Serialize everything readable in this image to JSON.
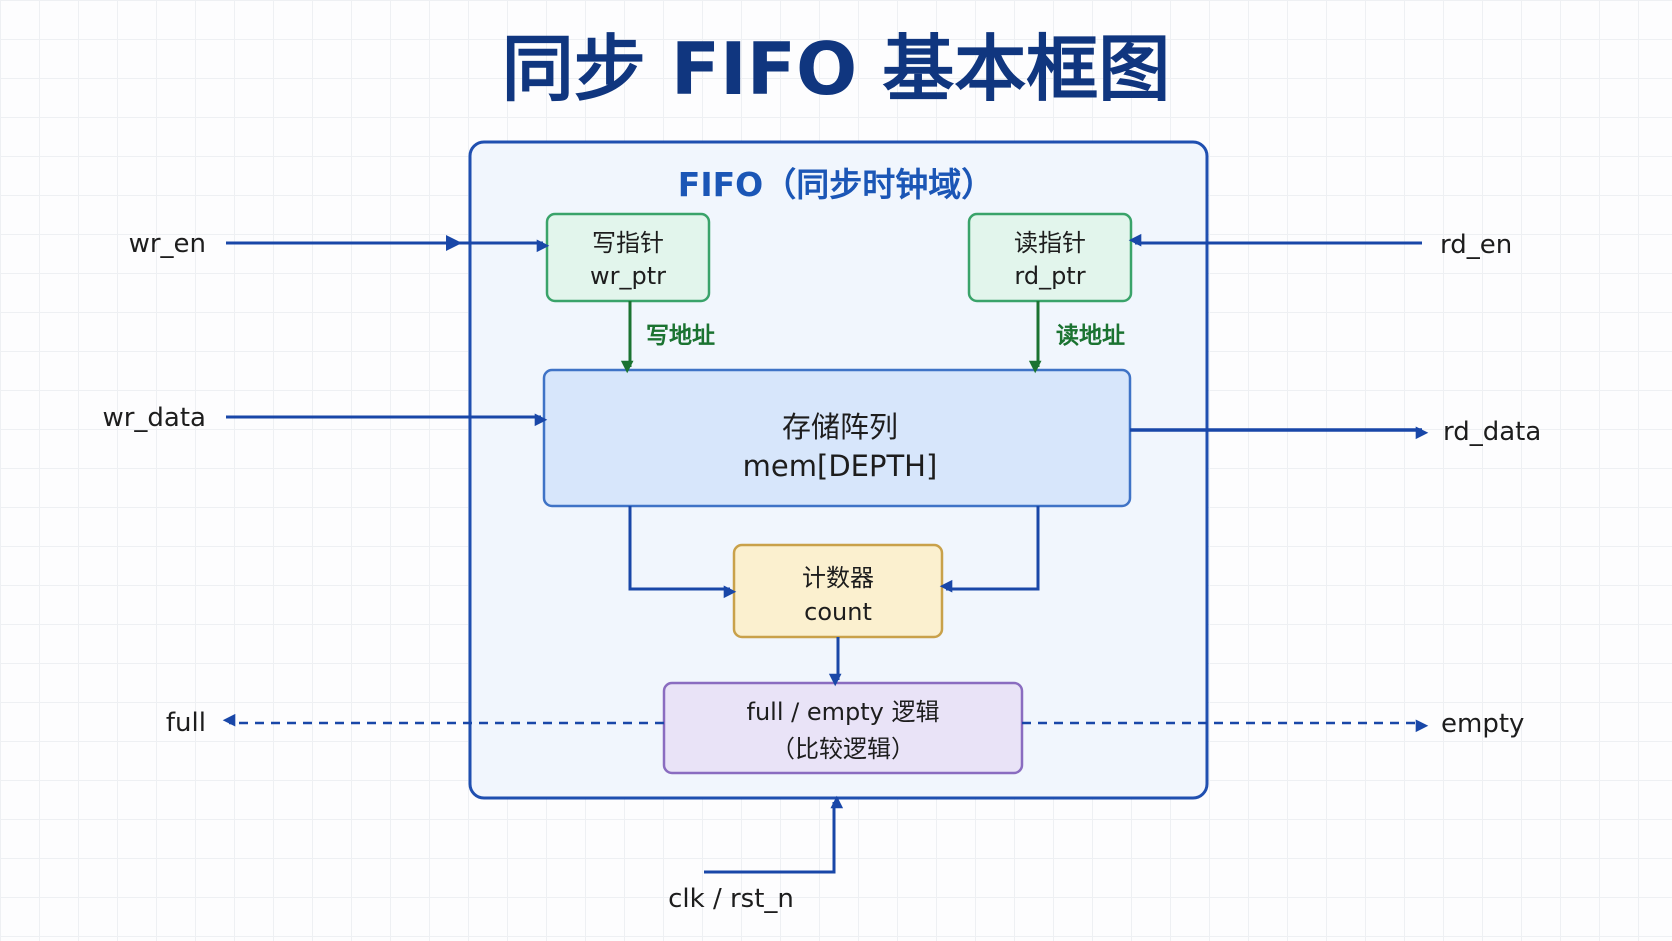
{
  "title": "同步 FIFO 基本框图",
  "fifo_container": {
    "title": "FIFO（同步时钟域）"
  },
  "blocks": {
    "write_pointer": {
      "line1": "写指针",
      "line2": "wr_ptr"
    },
    "read_pointer": {
      "line1": "读指针",
      "line2": "rd_ptr"
    },
    "memory": {
      "line1": "存储阵列",
      "line2": "mem[DEPTH]"
    },
    "counter": {
      "line1": "计数器",
      "line2": "count"
    },
    "flag_logic": {
      "line1": "full / empty 逻辑",
      "line2": "（比较逻辑）"
    }
  },
  "labels": {
    "write_address": "写地址",
    "read_address": "读地址"
  },
  "signals": {
    "wr_en": "wr_en",
    "wr_data": "wr_data",
    "full": "full",
    "rd_en": "rd_en",
    "rd_data": "rd_data",
    "empty": "empty",
    "clk_rst": "clk / rst_n"
  },
  "colors": {
    "title": "#10367f",
    "blue_arrow": "#1947a8",
    "green_arrow": "#1b7331",
    "pointer_fill": "#e2f5ec",
    "pointer_stroke": "#3aa36a",
    "memory_fill": "#d7e6fb",
    "memory_stroke": "#3f73c6",
    "counter_fill": "#fbf0cf",
    "counter_stroke": "#c9a14a",
    "logic_fill": "#e9e3f7",
    "logic_stroke": "#8a6cc0"
  }
}
